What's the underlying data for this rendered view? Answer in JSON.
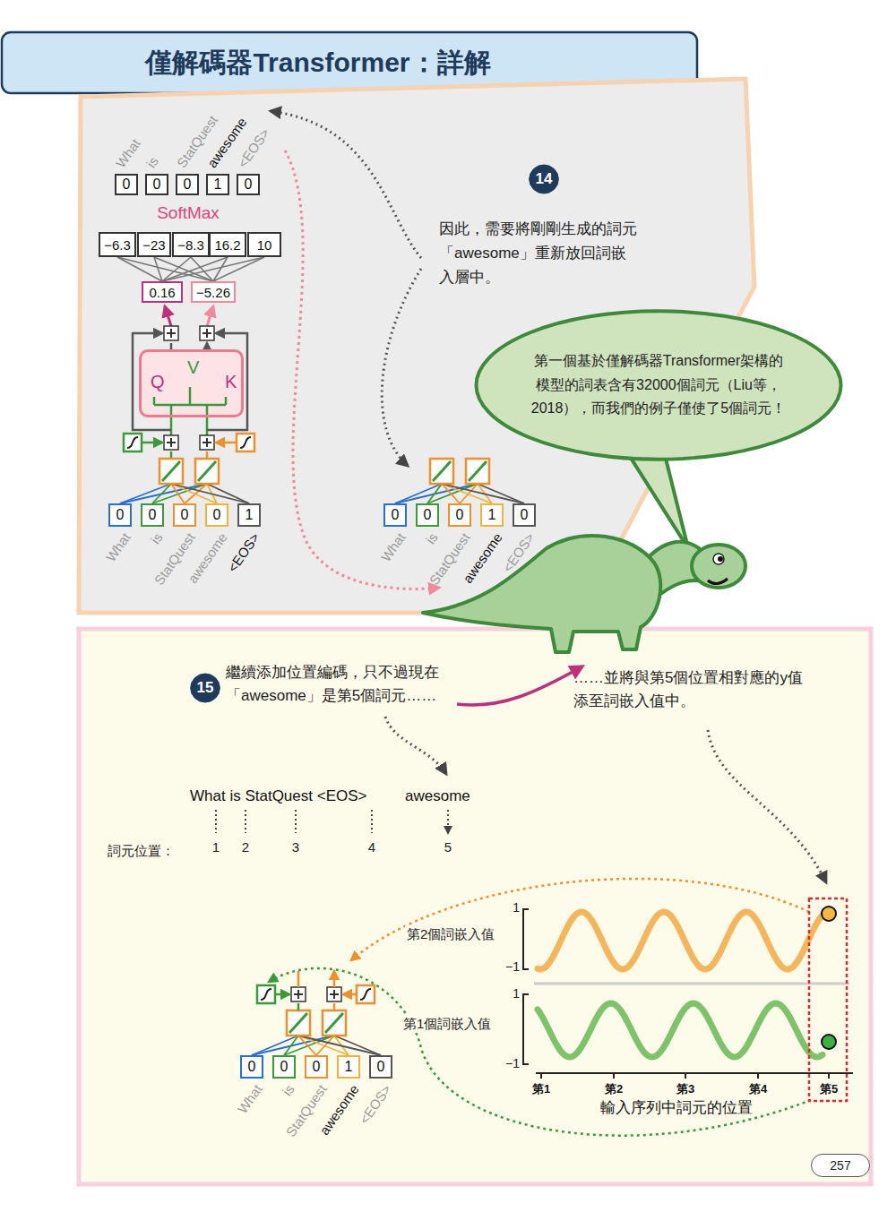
{
  "diagram": {
    "title": "僅解碼器Transformer：詳解",
    "nodes": [
      {
        "text": [
          "0"
        ]
      },
      {
        "text": [
          "0"
        ]
      },
      {
        "text": [
          "0"
        ]
      },
      {
        "text": [
          "1"
        ]
      },
      {
        "text": [
          "0"
        ]
      },
      {
        "text": [
          "−6.3"
        ]
      },
      {
        "text": [
          "−23"
        ]
      },
      {
        "text": [
          "−8.3"
        ]
      },
      {
        "text": [
          "16.2"
        ]
      },
      {
        "text": [
          "10"
        ]
      },
      {
        "text": [
          "0.16"
        ]
      },
      {
        "text": [
          "−5.26"
        ]
      },
      {
        "text": [
          "Q",
          "V",
          "K"
        ]
      },
      {
        "text": [
          "0"
        ]
      },
      {
        "text": [
          "0"
        ]
      },
      {
        "text": [
          "0"
        ]
      },
      {
        "text": [
          "0"
        ]
      },
      {
        "text": [
          "1"
        ]
      },
      {
        "text": [
          "14"
        ]
      },
      {
        "text": [
          "0"
        ]
      },
      {
        "text": [
          "0"
        ]
      },
      {
        "text": [
          "0"
        ]
      },
      {
        "text": [
          "1"
        ]
      },
      {
        "text": [
          "0"
        ]
      },
      {
        "text": [
          "第一個基於僅解碼器Transformer架構的模型的詞表含有32000個詞元（Liu等，2018），而我們的例子僅使了5個詞元！"
        ]
      },
      {
        "text": [
          "15"
        ]
      },
      {
        "text": [
          "0"
        ]
      },
      {
        "text": [
          "0"
        ]
      },
      {
        "text": [
          "0"
        ]
      },
      {
        "text": [
          "1"
        ]
      },
      {
        "text": [
          "0"
        ]
      },
      {
        "text": [
          "257"
        ]
      }
    ],
    "edges": [
      {
        "from": 10,
        "to": 5,
        "arrow": "none"
      },
      {
        "from": 10,
        "to": 6,
        "arrow": "none"
      },
      {
        "from": 10,
        "to": 7,
        "arrow": "none"
      },
      {
        "from": 10,
        "to": 8,
        "arrow": "none"
      },
      {
        "from": 10,
        "to": 9,
        "arrow": "none"
      },
      {
        "from": 11,
        "to": 5,
        "arrow": "none"
      },
      {
        "from": 11,
        "to": 6,
        "arrow": "none"
      },
      {
        "from": 11,
        "to": 7,
        "arrow": "none"
      },
      {
        "from": 11,
        "to": 8,
        "arrow": "none"
      },
      {
        "from": 11,
        "to": 9,
        "arrow": "none"
      }
    ],
    "labels": [
      "What",
      "is",
      "StatQuest",
      "awesome",
      "<EOS>",
      "SoftMax",
      "What",
      "is",
      "StatQuest",
      "awesome",
      "<EOS>",
      "因此，需要將剛剛生成的詞元「awesome」重新放回詞嵌入層中。",
      "What",
      "is",
      "StatQuest",
      "awesome",
      "<EOS>",
      "繼續添加位置編碼，只不過現在「awesome」是第5個詞元……",
      "……並將與第5個位置相對應的y值添至詞嵌入值中。",
      "What is StatQuest <EOS>",
      "awesome",
      "詞元位置：",
      "1",
      "2",
      "3",
      "4",
      "5",
      "What",
      "is",
      "StatQuest",
      "awesome",
      "<EOS>",
      "1",
      "第2個詞嵌入值",
      "−1",
      "1",
      "第1個詞嵌入值",
      "−1",
      "第1",
      "第2",
      "第3",
      "第4",
      "第5",
      "輸入序列中詞元的位置"
    ]
  }
}
